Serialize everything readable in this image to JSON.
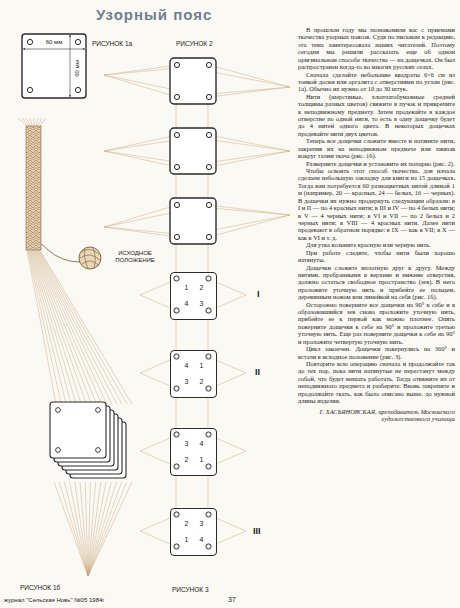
{
  "diagram": {
    "title": "Узорный пояс",
    "nodes": [
      {
        "text": [
          "1",
          "2",
          "4",
          "3"
        ]
      },
      {
        "text": [
          "4",
          "1",
          "3",
          "2"
        ]
      },
      {
        "text": [
          "3",
          "4",
          "2",
          "1"
        ]
      },
      {
        "text": [
          "2",
          "3",
          "1",
          "4"
        ]
      }
    ],
    "labels": [
      "РИСУНОК 1а",
      "60 мм",
      "60 мм",
      "РИСУНОК 2",
      "ИСХОДНОЕ ПОЛОЖЕНИЕ",
      "I",
      "II",
      "III",
      "РИСУНОК 1б",
      "РИСУНОК 3",
      "В прошлом году мы познакомили вас с приемами ткачества узорных поясов. Судя по письмам в редакцию, эта тема заинтересовала наших читателей. Поэтому сегодня мы решили рассказать еще об одном оригинальном способе ткачества — на дощечках. Он был распространен когда-то во многих русских селах.",
      "Сначала сделайте небольшие квадраты 6×6 см из тонкой доски или оргалита с отверстиями по углам (рис. 1а). Обычно их нужно от 10 до 30 штук.",
      "Нити (шерстяные, хлопчатобумажные средней толщины разных цветов) свяжите в пучок и прикрепите к неподвижному предмету. Затем продевайте в каждое отверстие по одной нити, то есть в одну дощечку будет до 4 нитей одного цвета. В некоторых дощечках продевайте нити двух цветов.",
      "Теперь все дощечки сложите вместе и натяните нити, закрепив их на неподвижном предмете или завязав вокруг талии ткача (рис. 1б).",
      "Разверните дощечки и установите их попарно (рис. 2).",
      "Чтобы освоить этот способ ткачества, для начала сделаем небольшую закладку для книги на 15 дощечках. Тогда вам потребуется 60 разноцветных нитей длиной 1 м (например, 20 — красных, 24 — белых, 16 — черных). В дощечки их нужно продернуть следующим образом: в I и II — по 4 красных нити; в III и IV — по 4 белых нити; в V — 4 черных нити; в VI и VII — по 2 белых и 2 черных нити; в VIII — 4 красных нити. Далее нити продевают в обратном порядке: в IX — как в VII; в X — как в VI и т. д.",
      "Для утка возьмите красную или черную нить.",
      "При работе следите, чтобы нити были хорошо натянуты.",
      "Дощечки сложите вплотную друг к другу. Между нитями, пробранными в верхние и нижние отверстия, должно остаться свободное пространство (зев). В него проложите уточную нить и прибейте ее пальцем, деревянным ножом или линейкой на себя (рис. 1б).",
      "Осторожно поверните все дощечки на 90° к себе и в образовавшийся зев снова проложите уточную нить, прибейте ее к первой как можно плотнее. Опять поверните дощечки к себе на 90° и проложите третью уточную нить. Еще раз поверните дощечки к себе на 90° и проложите четвертую уточную нить.",
      "Цикл закончен. Дощечки повернулись на 360° и встали в исходное положение (рис. 3).",
      "Повторите всю операцию сначала и продолжайте так до тех пор, пока нити натянутые не перестанут между собой, что будет мешать работать. Тогда отвяжите их от неподвижного предмета и разберите. Вновь закрепите и продолжайте ткать, как было описано выше, до нужной длины изделия.",
      "Г. ХАСЬЯНОВСКАЯ, преподаватель Московского художественного училища",
      "журнал \"Сельская Новь\" №05 1984г",
      "37"
    ]
  }
}
